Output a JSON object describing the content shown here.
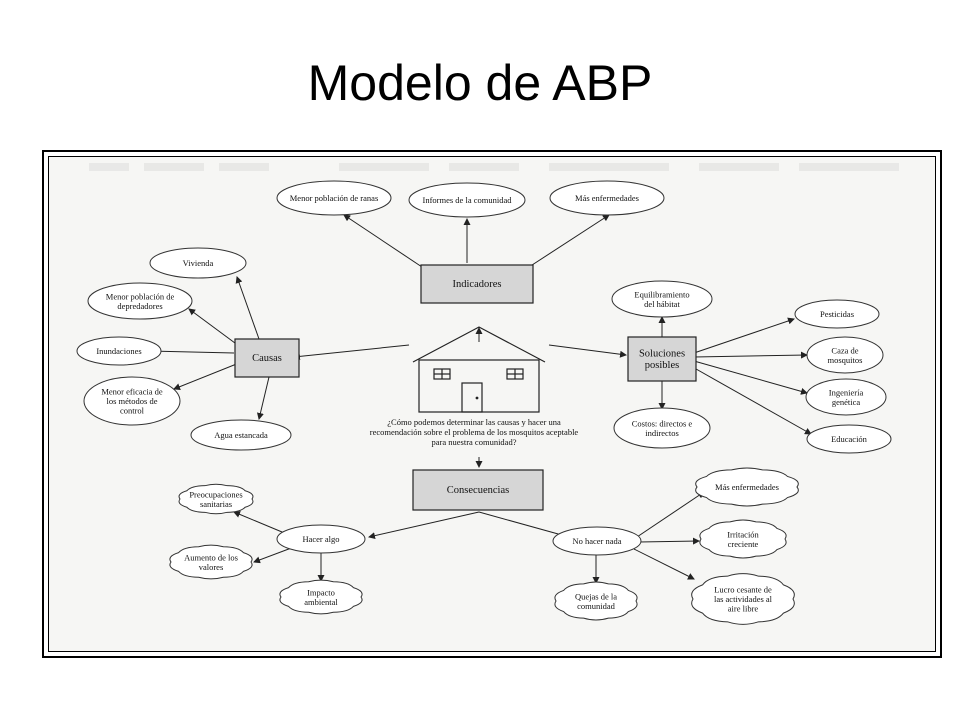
{
  "title": "Modelo de ABP",
  "diagram": {
    "question": [
      "¿Cómo podemos determinar las causas y hacer una",
      "recomendación sobre el problema de los mosquitos aceptable",
      "para nuestra comunidad?"
    ],
    "boxes": {
      "indicadores": [
        "Indicadores"
      ],
      "causas": [
        "Causas"
      ],
      "soluciones": [
        "Soluciones",
        "posibles"
      ],
      "consecuencias": [
        "Consecuencias"
      ]
    },
    "indicadores": [
      [
        "Menor población de ranas"
      ],
      [
        "Informes de la comunidad"
      ],
      [
        "Más enfermedades"
      ]
    ],
    "causas": [
      [
        "Vivienda"
      ],
      [
        "Menor población de",
        "depredadores"
      ],
      [
        "Inundaciones"
      ],
      [
        "Menor eficacia de",
        "los métodos de",
        "control"
      ],
      [
        "Agua estancada"
      ]
    ],
    "soluciones": [
      [
        "Equilibramiento",
        "del hábitat"
      ],
      [
        "Costos: directos e",
        "indirectos"
      ],
      [
        "Pesticidas"
      ],
      [
        "Caza de",
        "mosquitos"
      ],
      [
        "Ingeniería",
        "genética"
      ],
      [
        "Educación"
      ]
    ],
    "consecuencias": {
      "hacer_algo": [
        "Hacer algo"
      ],
      "no_hacer_nada": [
        "No hacer nada"
      ],
      "hacer_algo_items": [
        [
          "Preocupaciones",
          "sanitarias"
        ],
        [
          "Aumento de los",
          "valores"
        ],
        [
          "Impacto",
          "ambiental"
        ]
      ],
      "no_hacer_nada_items": [
        [
          "Más enfermedades"
        ],
        [
          "Irritación",
          "creciente"
        ],
        [
          "Lucro cesante de",
          "las actividades al",
          "aire libre"
        ],
        [
          "Quejas de la",
          "comunidad"
        ]
      ]
    }
  }
}
